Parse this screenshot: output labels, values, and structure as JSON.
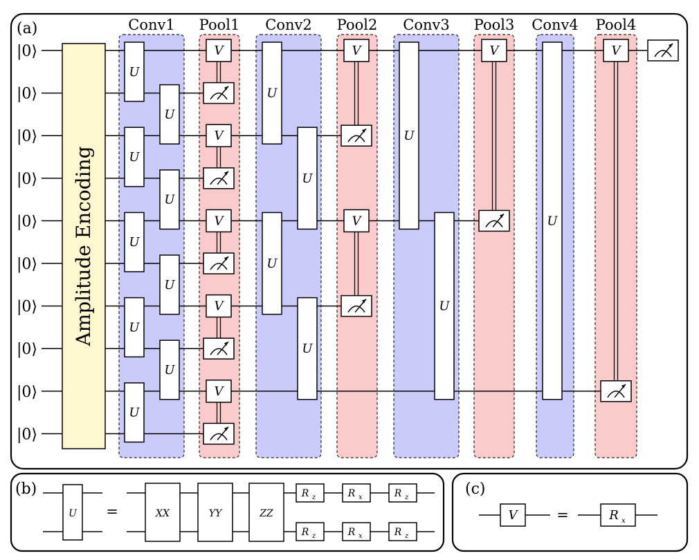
{
  "panels": {
    "a": "(a)",
    "b": "(b)",
    "c": "(c)"
  },
  "encoding": "Amplitude Encoding",
  "qubit_init": "|0⟩",
  "layers": [
    {
      "id": "conv1",
      "label": "Conv1",
      "kind": "conv"
    },
    {
      "id": "pool1",
      "label": "Pool1",
      "kind": "pool"
    },
    {
      "id": "conv2",
      "label": "Conv2",
      "kind": "conv"
    },
    {
      "id": "pool2",
      "label": "Pool2",
      "kind": "pool"
    },
    {
      "id": "conv3",
      "label": "Conv3",
      "kind": "conv"
    },
    {
      "id": "pool3",
      "label": "Pool3",
      "kind": "pool"
    },
    {
      "id": "conv4",
      "label": "Conv4",
      "kind": "conv"
    },
    {
      "id": "pool4",
      "label": "Pool4",
      "kind": "pool"
    }
  ],
  "gates": {
    "conv": "U",
    "pool": "V",
    "xx": "XX",
    "yy": "YY",
    "zz": "ZZ",
    "r": "R",
    "rx_sub": "x",
    "rz_sub": "z"
  },
  "equals": "="
}
